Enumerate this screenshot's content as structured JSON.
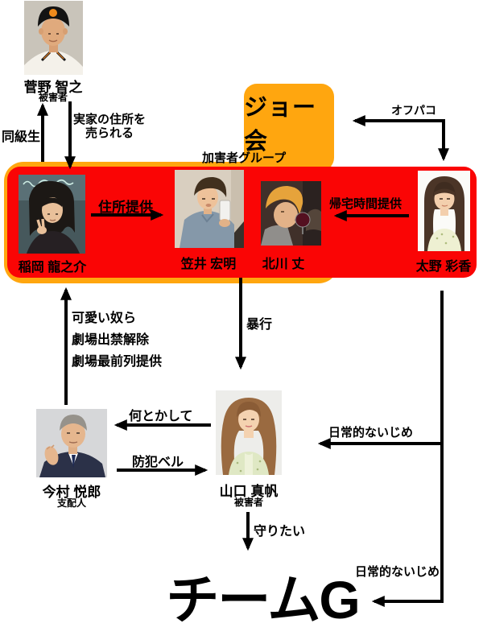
{
  "nodes": {
    "sugano": {
      "name": "菅野 智之",
      "role": "被害者"
    },
    "inaoka": {
      "name": "稲岡 龍之介"
    },
    "kasai": {
      "name": "笠井 宏明"
    },
    "kitagawa": {
      "name": "北川 丈"
    },
    "tano": {
      "name": "太野 彩香"
    },
    "imamura": {
      "name": "今村 悦郎",
      "role": "支配人"
    },
    "yamaguchi": {
      "name": "山口 真帆",
      "role": "被害者"
    }
  },
  "groups": {
    "joekai": {
      "label": "ジョー会"
    },
    "perp_group": {
      "label": "加害者グループ"
    },
    "team_g": {
      "label": "チームG"
    }
  },
  "edges": {
    "classmate": {
      "label": "同級生"
    },
    "address_sold": {
      "line1": "実家の住所を",
      "line2": "売られる"
    },
    "offpaco": {
      "label": "オフパコ"
    },
    "address_provided": {
      "label": "住所提供"
    },
    "return_time": {
      "label": "帰宅時間提供"
    },
    "favors": {
      "line1": "可愛い奴ら",
      "line2": "劇場出禁解除",
      "line3": "劇場最前列提供"
    },
    "assault": {
      "label": "暴行"
    },
    "do_something": {
      "label": "何とかして"
    },
    "crime_bell": {
      "label": "防犯ベル"
    },
    "bullying_upper": {
      "label": "日常的ないじめ"
    },
    "bullying_lower": {
      "label": "日常的ないじめ"
    },
    "protect": {
      "label": "守りたい"
    }
  },
  "colors": {
    "group_orange": "#FFA60F",
    "group_red": "#FA0505",
    "arrow_black": "#000000"
  }
}
